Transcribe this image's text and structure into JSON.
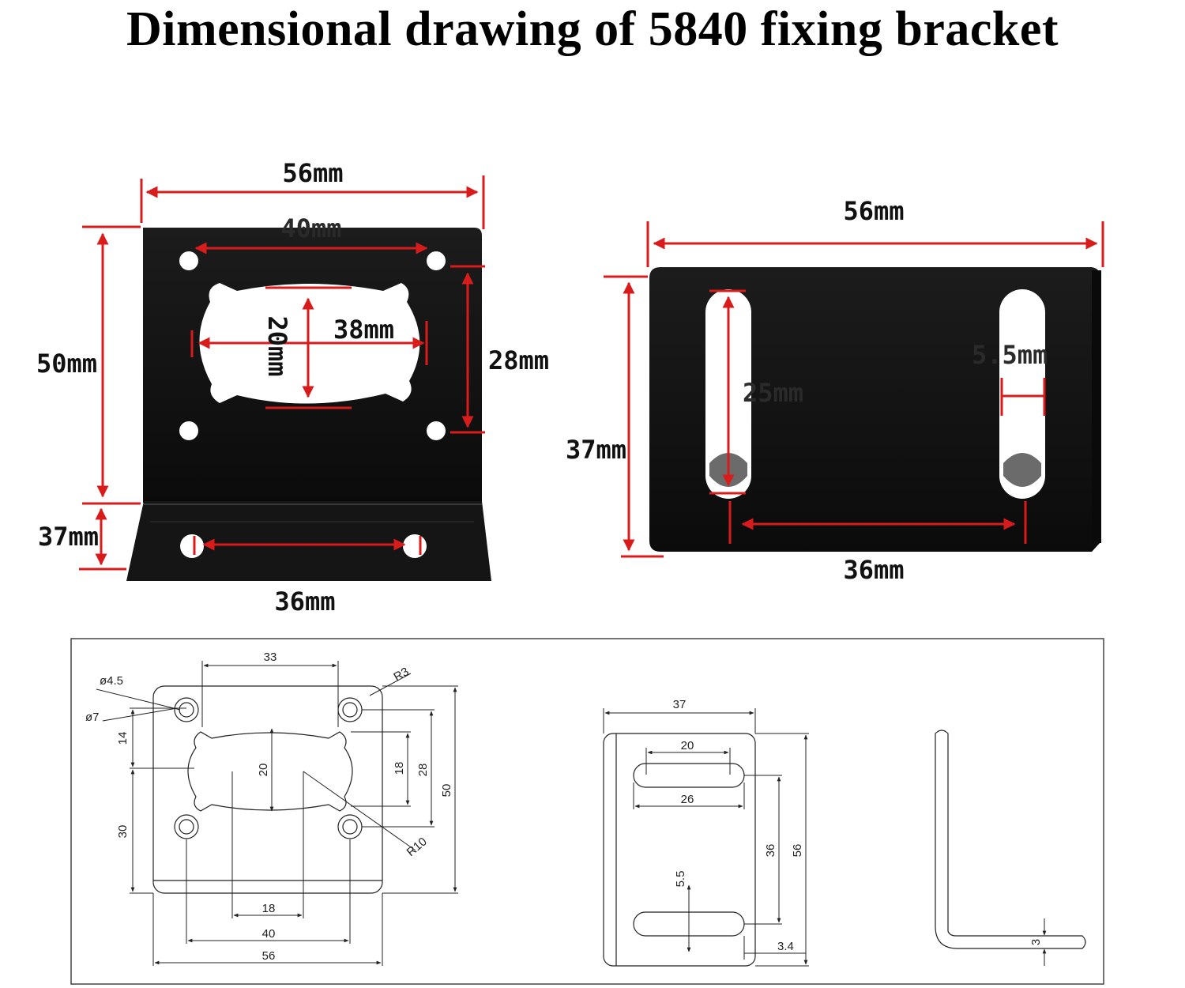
{
  "title": "Dimensional drawing of 5840 fixing bracket",
  "photo_left": {
    "width": "56mm",
    "hole_spacing": "40mm",
    "height": "50mm",
    "center_width": "38mm",
    "center_height": "20mm",
    "vertical_hole_spacing": "28mm",
    "base_depth": "37mm",
    "base_slot_spacing": "36mm"
  },
  "photo_right": {
    "width": "56mm",
    "height": "37mm",
    "slot_length": "25mm",
    "slot_width": "5.5mm",
    "slot_spacing": "36mm"
  },
  "cad_front": {
    "top": "33",
    "hole_dia": "ø4.5",
    "counterbore_dia": "ø7",
    "corner_radius": "R3",
    "left_upper": "14",
    "left_lower": "30",
    "center": "20",
    "inner_right": "18",
    "right_mid": "28",
    "height": "50",
    "arc_radius": "R10",
    "bottom_inner": "18",
    "bottom_mid": "40",
    "bottom_outer": "56"
  },
  "cad_base": {
    "top": "37",
    "slot_inner": "20",
    "slot_outer": "26",
    "slot_width": "5.5",
    "slot_spacing": "36",
    "depth": "56",
    "offset": "3.4"
  },
  "cad_side": {
    "thickness": "3"
  }
}
